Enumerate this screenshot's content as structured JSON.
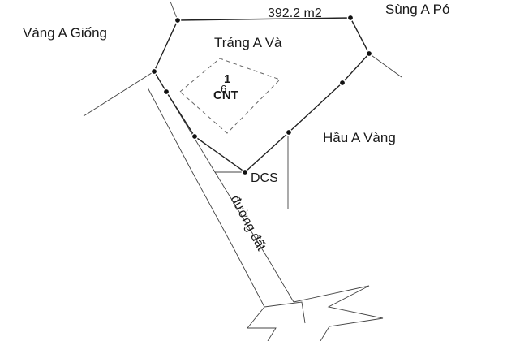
{
  "map": {
    "area_label": "392.2 m2",
    "parcel": {
      "number": "1",
      "code": "CNT",
      "subnumber": "6"
    },
    "neighbors": {
      "northwest": "Vàng A Giống",
      "north": "Tráng A Và",
      "northeast": "Sùng A Pó",
      "east": "Hầu A Vàng"
    },
    "point_label": "DCS",
    "road_label": "đường đất",
    "line_color": "#222222"
  }
}
